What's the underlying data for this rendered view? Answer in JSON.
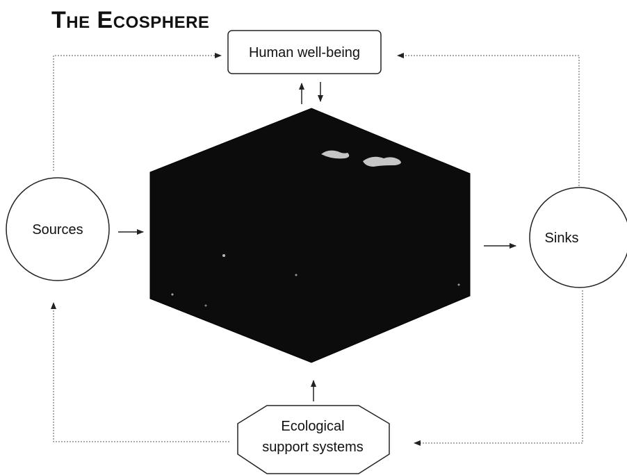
{
  "title": "The Ecosphere",
  "nodes": {
    "human_wellbeing": "Human well-being",
    "sources": "Sources",
    "sinks": "Sinks",
    "ecological_line1": "Ecological",
    "ecological_line2": "support systems"
  },
  "colors": {
    "line": "#333333",
    "hexagon_fill": "#0c0c0c",
    "background": "#ffffff"
  }
}
